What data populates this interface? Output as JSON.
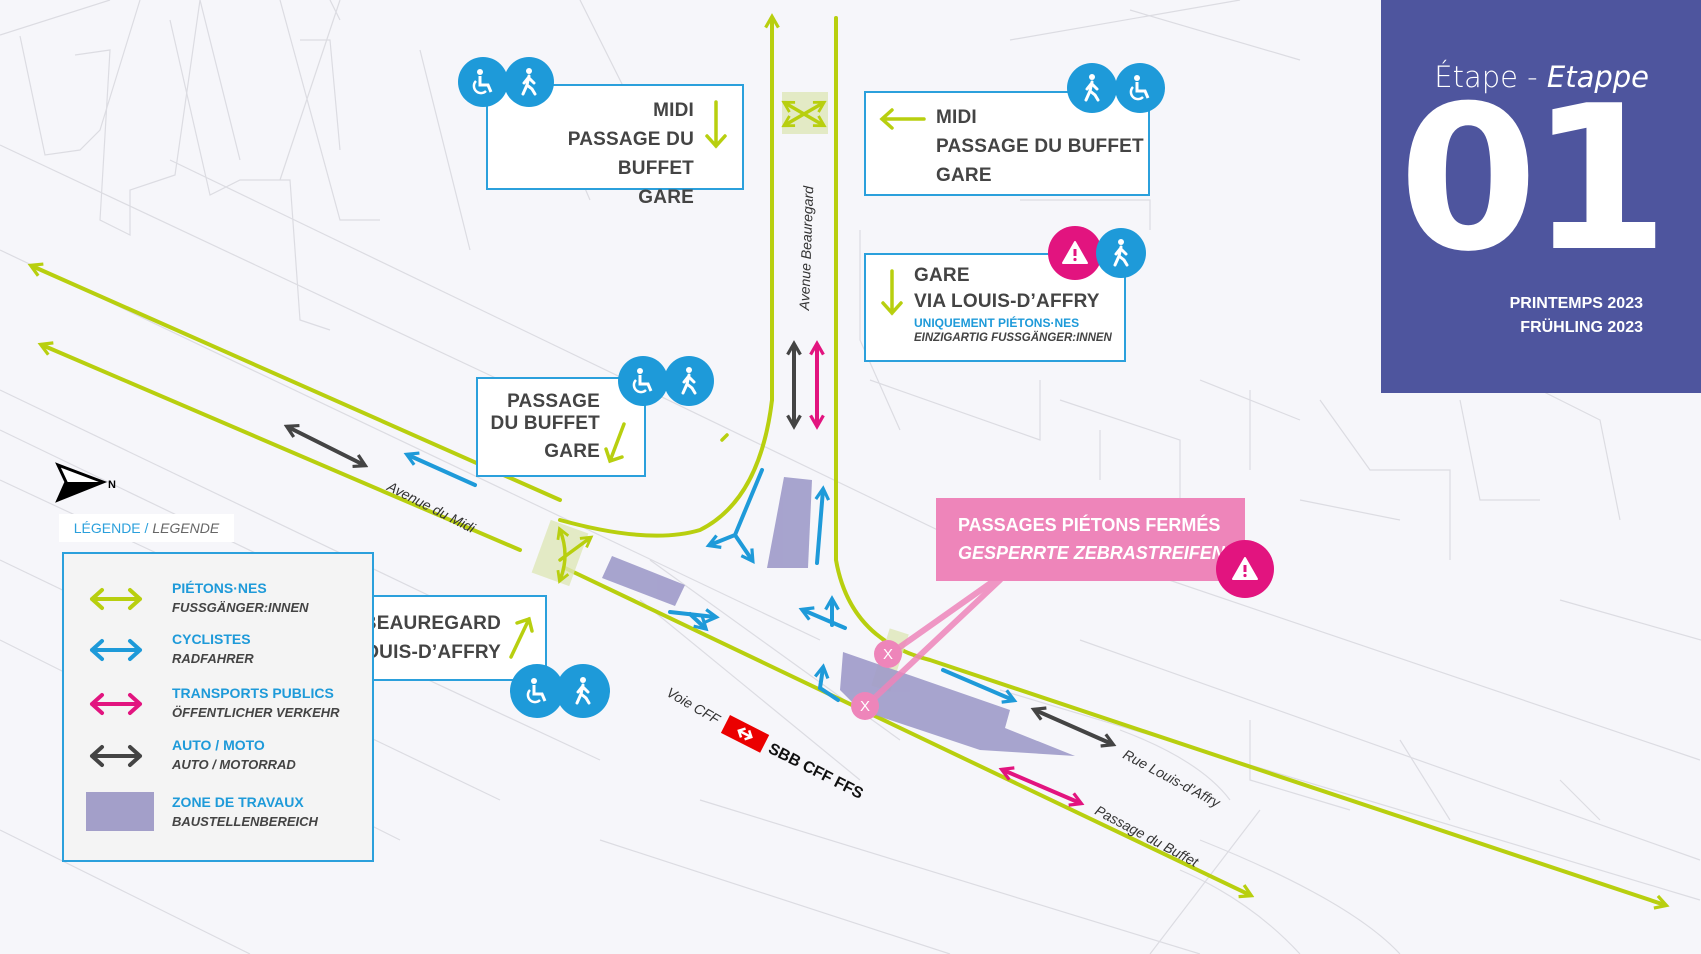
{
  "stage": {
    "label_fr": "Étape - ",
    "label_de": "Etappe",
    "number": "01",
    "season_fr": "PRINTEMPS 2023",
    "season_de": "FRÜHLING 2023",
    "color": "#4e559e"
  },
  "compass": {
    "label": "N",
    "icon": "north-arrow-icon"
  },
  "legend": {
    "title_fr": "LÉGENDE / ",
    "title_de": "LEGENDE",
    "items": [
      {
        "fr": "PIÉTONS·NES",
        "de": "FUSSGÄNGER:INNEN",
        "color": "#b8cf0f",
        "symbol": "double-arrow"
      },
      {
        "fr": "CYCLISTES",
        "de": "RADFAHRER",
        "color": "#1e9ad9",
        "symbol": "double-arrow"
      },
      {
        "fr": "TRANSPORTS PUBLICS",
        "de": "ÖFFENTLICHER VERKEHR",
        "color": "#e2147f",
        "symbol": "double-arrow"
      },
      {
        "fr": "AUTO / MOTO",
        "de": "AUTO / MOTORRAD",
        "color": "#444444",
        "symbol": "double-arrow"
      },
      {
        "fr": "ZONE DE TRAVAUX",
        "de": "BAUSTELLENBEREICH",
        "color": "#9f9bc9",
        "symbol": "area"
      }
    ]
  },
  "signs": [
    {
      "id": "sign-top-left",
      "lines": [
        "MIDI",
        "PASSAGE DU BUFFET",
        "GARE"
      ],
      "arrow": "down",
      "icons": [
        "wheelchair-icon",
        "pedestrian-icon"
      ]
    },
    {
      "id": "sign-top-right",
      "lines": [
        "MIDI",
        "PASSAGE DU BUFFET",
        "GARE"
      ],
      "arrow": "left",
      "icons": [
        "pedestrian-icon",
        "wheelchair-icon"
      ]
    },
    {
      "id": "sign-gare-louis",
      "lines": [
        "GARE",
        "VIA LOUIS-D’AFFRY"
      ],
      "note_fr": "UNIQUEMENT PIÉTONS·NES",
      "note_de": "EINZIGARTIG FUSSGÄNGER:INNEN",
      "arrow": "down",
      "icons": [
        "warning-icon",
        "pedestrian-icon"
      ]
    },
    {
      "id": "sign-passage-buffet",
      "lines": [
        "PASSAGE",
        "DU BUFFET",
        "GARE"
      ],
      "arrow": "down-left",
      "icons": [
        "wheelchair-icon",
        "pedestrian-icon"
      ]
    },
    {
      "id": "sign-beauregard",
      "lines": [
        "BEAUREGARD",
        "LOUIS-D’AFFRY"
      ],
      "arrow": "up-right",
      "icons": [
        "wheelchair-icon",
        "pedestrian-icon"
      ]
    }
  ],
  "closed_crossings": {
    "fr": "PASSAGES PIÉTONS FERMÉS",
    "de": "GESPERRTE ZEBRASTREIFEN",
    "marker": "X",
    "color": "#ee85ba"
  },
  "streets": {
    "beauregard": "Avenue Beauregard",
    "midi": "Avenue du Midi",
    "louis_daffry": "Rue Louis-d’Affry",
    "buffet": "Passage du Buffet",
    "voie_cff": "Voie CFF",
    "sbb_logo": "SBB CFF FFS"
  },
  "colors": {
    "pedestrian": "#b8cf0f",
    "cyclist": "#1e9ad9",
    "transit": "#e2147f",
    "car": "#444444",
    "works": "#9f9bc9",
    "icon_circle": "#1e9ad9",
    "warning": "#e2147f",
    "sbb_red": "#eb0000"
  }
}
